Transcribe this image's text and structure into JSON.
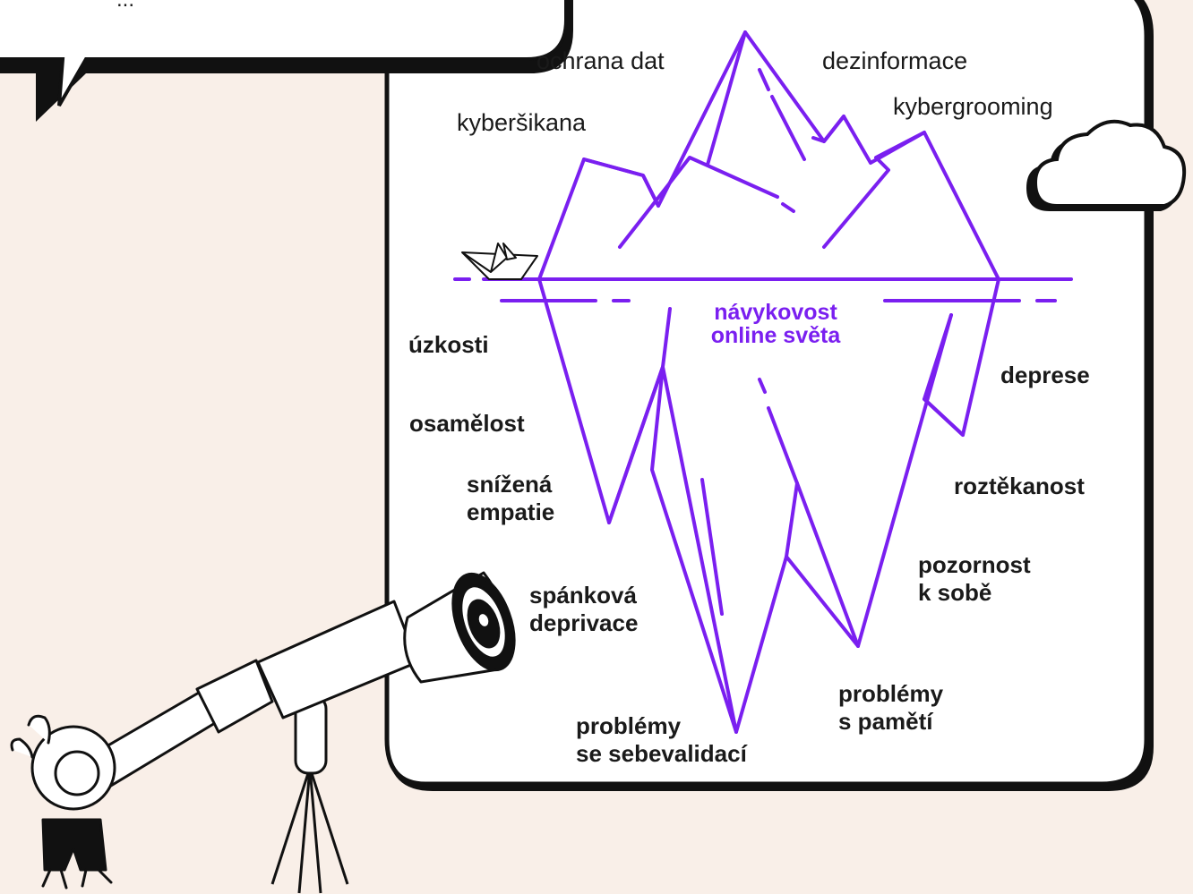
{
  "speech_bubble_text": "...",
  "colors": {
    "background": "#f9efe8",
    "panel": "#ffffff",
    "ink": "#111111",
    "iceberg": "#7a1ff0"
  },
  "iceberg": {
    "above_water": {
      "ochrana": "ochrana dat",
      "dezinformace": "dezinformace",
      "kybersikana": "kyberšikana",
      "kybergrooming": "kybergrooming"
    },
    "center": {
      "line1": "návykovost",
      "line2": "online světa"
    },
    "below_water": {
      "uzkosti": "úzkosti",
      "deprese": "deprese",
      "osamelost": "osamělost",
      "snizena_1": "snížená",
      "snizena_2": "empatie",
      "roztekanost": "roztěkanost",
      "pozornost_1": "pozornost",
      "pozornost_2": "k sobě",
      "spankova_1": "spánková",
      "spankova_2": "deprivace",
      "problemy_pamet_1": "problémy",
      "problemy_pamet_2": "s pamětí",
      "problemy_sebe_1": "problémy",
      "problemy_sebe_2": "se sebevalidací"
    }
  },
  "icons": [
    "speech-bubble",
    "paper-boat-icon",
    "cloud-icon",
    "telescope-icon",
    "eye-icon",
    "character-figure"
  ]
}
